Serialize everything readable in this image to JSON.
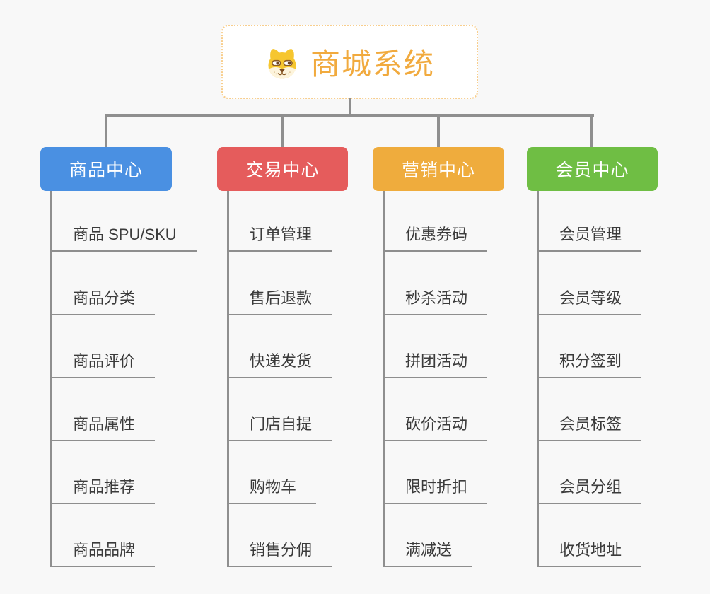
{
  "root": {
    "title": "商城系统",
    "icon": "shiba-dog-icon",
    "title_color": "#F1AA3E",
    "border_color": "#F8CE8D"
  },
  "connector_color": "#8F8F8F",
  "underline_color": "#8E8E8E",
  "background_color": "#F8F8F8",
  "branches": [
    {
      "label": "商品中心",
      "color": "#4A90E2",
      "items": [
        "商品 SPU/SKU",
        "商品分类",
        "商品评价",
        "商品属性",
        "商品推荐",
        "商品品牌"
      ]
    },
    {
      "label": "交易中心",
      "color": "#E55C5C",
      "items": [
        "订单管理",
        "售后退款",
        "快递发货",
        "门店自提",
        "购物车",
        "销售分佣"
      ]
    },
    {
      "label": "营销中心",
      "color": "#EFAC3D",
      "items": [
        "优惠券码",
        "秒杀活动",
        "拼团活动",
        "砍价活动",
        "限时折扣",
        "满减送"
      ]
    },
    {
      "label": "会员中心",
      "color": "#6FBE44",
      "items": [
        "会员管理",
        "会员等级",
        "积分签到",
        "会员标签",
        "会员分组",
        "收货地址"
      ]
    }
  ]
}
